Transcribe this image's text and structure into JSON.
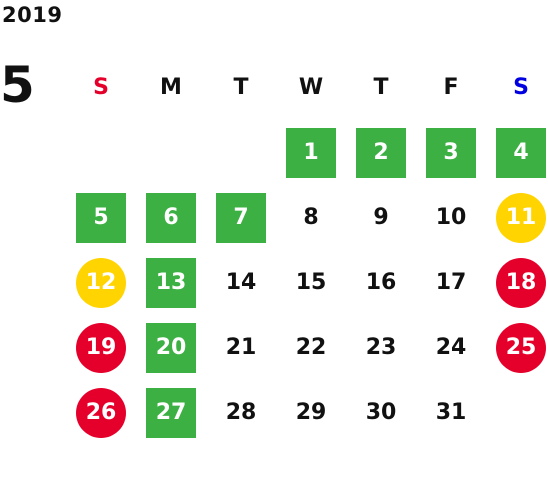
{
  "calendar": {
    "year": "2019",
    "month": "5",
    "weekdays": [
      {
        "label": "S",
        "color": "#e5002b"
      },
      {
        "label": "M",
        "color": "#111111"
      },
      {
        "label": "T",
        "color": "#111111"
      },
      {
        "label": "W",
        "color": "#111111"
      },
      {
        "label": "T",
        "color": "#111111"
      },
      {
        "label": "F",
        "color": "#111111"
      },
      {
        "label": "S",
        "color": "#0000e0"
      }
    ],
    "first_weekday_index": 3,
    "days": [
      {
        "day": "1",
        "style": "green"
      },
      {
        "day": "2",
        "style": "green"
      },
      {
        "day": "3",
        "style": "green"
      },
      {
        "day": "4",
        "style": "green"
      },
      {
        "day": "5",
        "style": "green"
      },
      {
        "day": "6",
        "style": "green"
      },
      {
        "day": "7",
        "style": "green"
      },
      {
        "day": "8",
        "style": "plain"
      },
      {
        "day": "9",
        "style": "plain"
      },
      {
        "day": "10",
        "style": "plain"
      },
      {
        "day": "11",
        "style": "yellow"
      },
      {
        "day": "12",
        "style": "yellow"
      },
      {
        "day": "13",
        "style": "green"
      },
      {
        "day": "14",
        "style": "plain"
      },
      {
        "day": "15",
        "style": "plain"
      },
      {
        "day": "16",
        "style": "plain"
      },
      {
        "day": "17",
        "style": "plain"
      },
      {
        "day": "18",
        "style": "red"
      },
      {
        "day": "19",
        "style": "red"
      },
      {
        "day": "20",
        "style": "green"
      },
      {
        "day": "21",
        "style": "plain"
      },
      {
        "day": "22",
        "style": "plain"
      },
      {
        "day": "23",
        "style": "plain"
      },
      {
        "day": "24",
        "style": "plain"
      },
      {
        "day": "25",
        "style": "red"
      },
      {
        "day": "26",
        "style": "red"
      },
      {
        "day": "27",
        "style": "green"
      },
      {
        "day": "28",
        "style": "plain"
      },
      {
        "day": "29",
        "style": "plain"
      },
      {
        "day": "30",
        "style": "plain"
      },
      {
        "day": "31",
        "style": "plain"
      }
    ],
    "colors": {
      "green": "#3cb043",
      "yellow": "#ffd400",
      "red": "#e5002b",
      "text": "#111111"
    }
  }
}
